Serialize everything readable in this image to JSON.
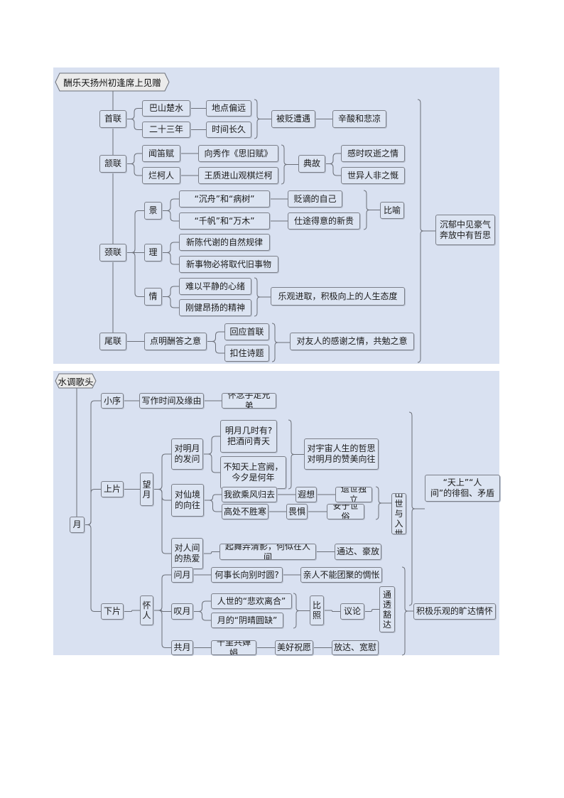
{
  "colors": {
    "panel": "#d9e1f1",
    "node_fill": "#dce4f2",
    "node_border": "#7c808a",
    "line": "#6b6f78"
  },
  "poem1": {
    "title": "酬乐天扬州初逢席上见赠",
    "nodes": [
      "首联",
      "巴山楚水",
      "二十三年",
      "地点偏远",
      "时间长久",
      "被贬遭遇",
      "辛酸和悲凉",
      "颔联",
      "闻笛赋",
      "烂柯人",
      "向秀作《思旧赋》",
      "王质进山观棋烂柯",
      "典故",
      "感时叹逝之情",
      "世异人非之慨",
      "颈联",
      "景",
      "理",
      "情",
      "“沉舟”和“病树”",
      "“千帆”和“万木”",
      "贬谪的自己",
      "仕途得意的新贵",
      "比喻",
      "新陈代谢的自然规律",
      "新事物必将取代旧事物",
      "难以平静的心绪",
      "刚健昂扬的精神",
      "乐观进取，积极向上的人生态度",
      "尾联",
      "点明酬答之意",
      "回应首联",
      "扣住诗题",
      "对友人的感谢之情，共勉之意",
      "沉郁中见豪气\n奔放中有哲思"
    ]
  },
  "poem2": {
    "title": "水调歌头",
    "nodes": [
      "月",
      "小序",
      "上片",
      "下片",
      "写作时间及缘由",
      "怀念手足兄弟",
      "望月",
      "对明月\n的发问",
      "明月几时有?\n把酒问青天",
      "不知天上宫阙，\n今夕是何年",
      "对宇宙人生的哲思\n对明月的赞美向往",
      "对仙境\n的向往",
      "我欲乘风归去",
      "高处不胜寒",
      "遐想",
      "畏惧",
      "遗世独立",
      "安于世俗",
      "出世与入世",
      "对人间\n的热爱",
      "起舞弄清影，何似在人间",
      "通达、豪放",
      "“天上”“人\n间”的徘徊、矛盾",
      "怀人",
      "问月",
      "何事长向别时圆?",
      "亲人不能团聚的惆怅",
      "叹月",
      "人世的“悲欢离合”",
      "月的“阴晴圆缺”",
      "比照",
      "议论",
      "通透豁达",
      "共月",
      "千里共婵娟",
      "美好祝愿",
      "放达、宽慰",
      "积极乐观的旷达情怀"
    ]
  }
}
